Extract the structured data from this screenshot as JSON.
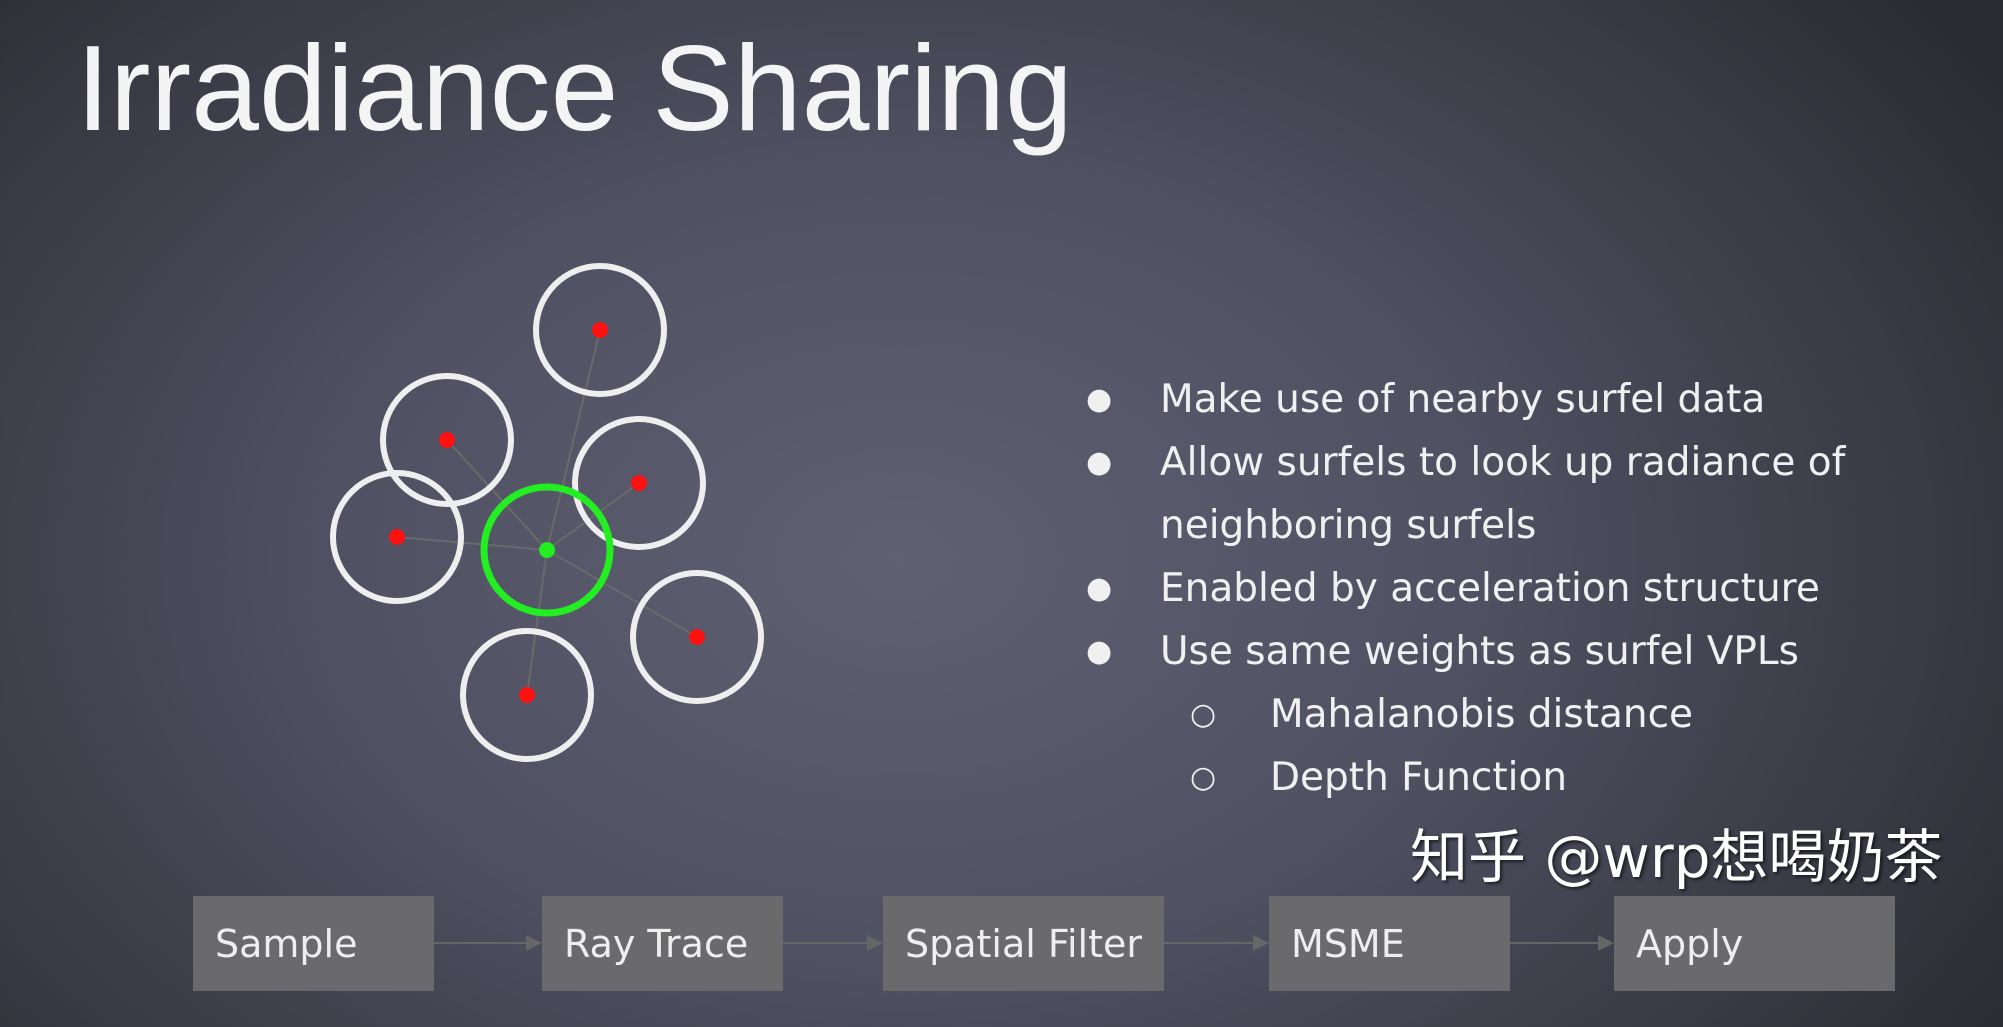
{
  "title": "Irradiance Sharing",
  "bullets": [
    {
      "level": 1,
      "text": "Make use of nearby surfel data"
    },
    {
      "level": 1,
      "text": "Allow surfels to look up radiance of"
    },
    {
      "level": 1,
      "text": "neighboring surfels",
      "continuation": true
    },
    {
      "level": 1,
      "text": "Enabled by acceleration structure"
    },
    {
      "level": 1,
      "text": "Use same weights as surfel VPLs"
    },
    {
      "level": 2,
      "text": "Mahalanobis distance"
    },
    {
      "level": 2,
      "text": "Depth Function"
    }
  ],
  "bullet_glyphs": {
    "level1": "●",
    "level2": "○"
  },
  "pipeline": [
    "Sample",
    "Ray Trace",
    "Spatial Filter",
    "MSME",
    "Apply"
  ],
  "watermark": "知乎 @wrp想喝奶茶",
  "colors": {
    "neighbor_ring": "#eeeeee",
    "neighbor_center": "#ff1111",
    "target_ring": "#22ee22",
    "target_center": "#22ee22",
    "box": "#6a6a6c"
  }
}
